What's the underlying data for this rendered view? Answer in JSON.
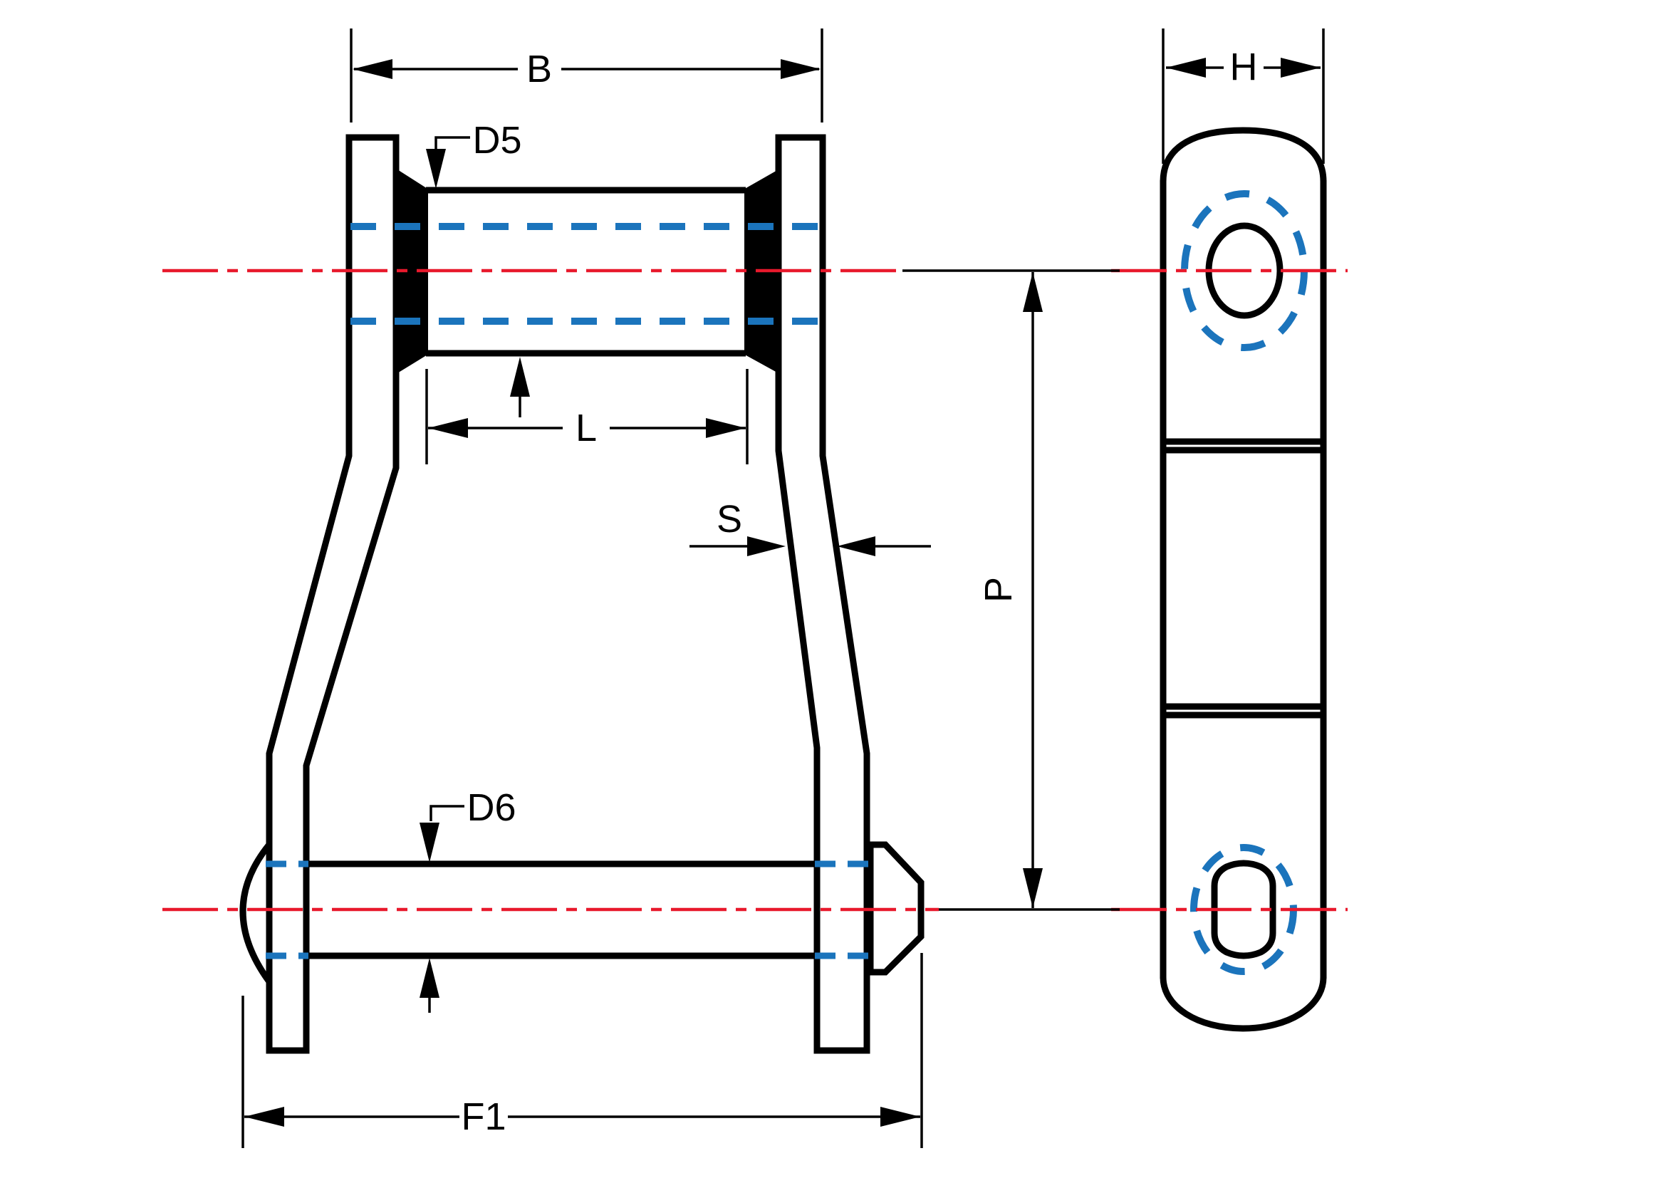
{
  "drawing": {
    "kind": "technical-dimensional-drawing",
    "colors": {
      "outline": "#000000",
      "centerline": "#e8192c",
      "hidden": "#1b74bc",
      "background": "#ffffff"
    },
    "dimensions": {
      "B": "B",
      "D5": "D5",
      "L": "L",
      "S": "S",
      "P": "P",
      "D6": "D6",
      "F1": "F1",
      "H": "H"
    }
  }
}
